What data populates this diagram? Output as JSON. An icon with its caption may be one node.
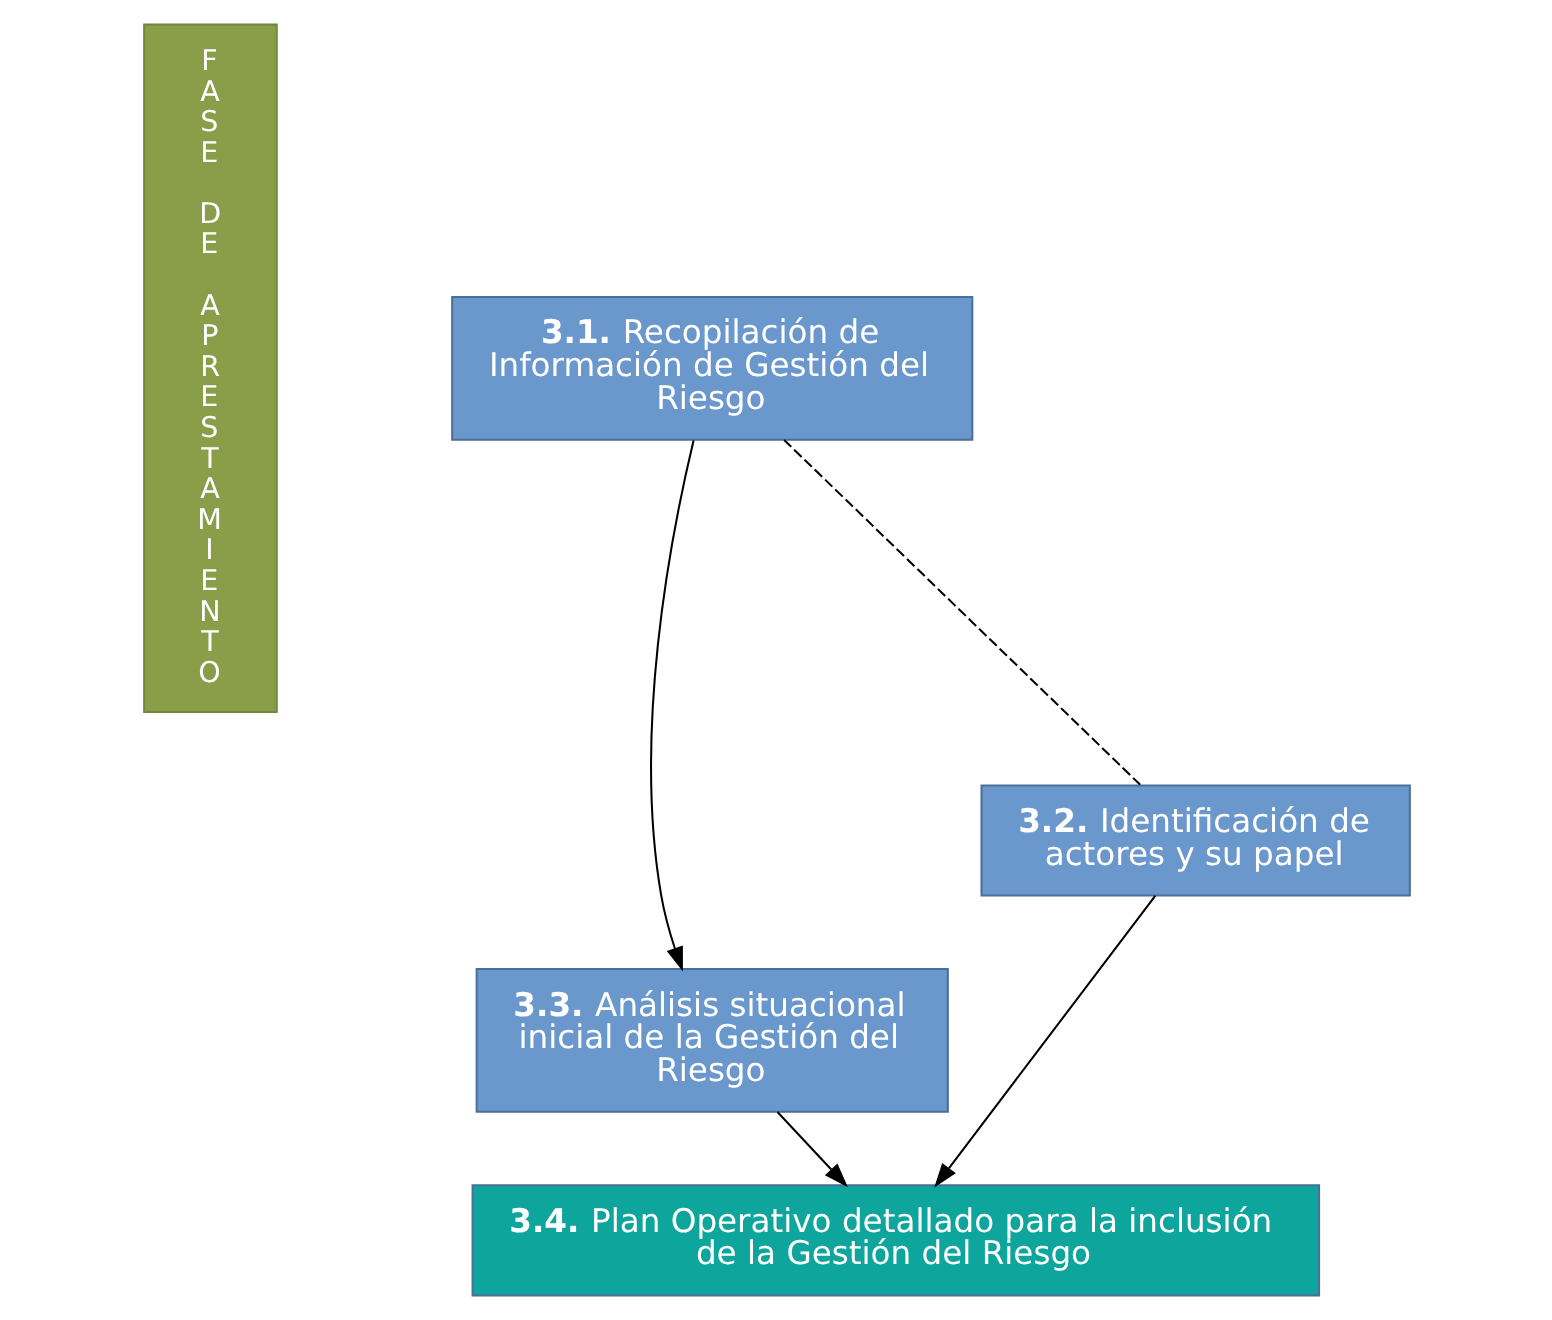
{
  "diagram": {
    "nodes": [
      {
        "text": [
          "FASE DE APRESTAMIENTO"
        ]
      },
      {
        "text": [
          "**3.1.** Recopilación de Información de Gestión del Riesgo"
        ]
      },
      {
        "text": [
          "**3.2.** Identificación de actores y su papel"
        ]
      },
      {
        "text": [
          "**3.3.** Análisis situacional inicial de la Gestión del Riesgo"
        ]
      },
      {
        "text": [
          "**3.4.** Plan Operativo detallado para la inclusión de la Gestión del Riesgo"
        ]
      }
    ],
    "edges": [
      {
        "from": 1,
        "to": 3,
        "arrow": "to"
      },
      {
        "from": 1,
        "to": 2,
        "arrow": "none",
        "style": "dashed"
      },
      {
        "from": 3,
        "to": 4,
        "arrow": "to"
      },
      {
        "from": 2,
        "to": 4,
        "arrow": "to"
      }
    ]
  }
}
